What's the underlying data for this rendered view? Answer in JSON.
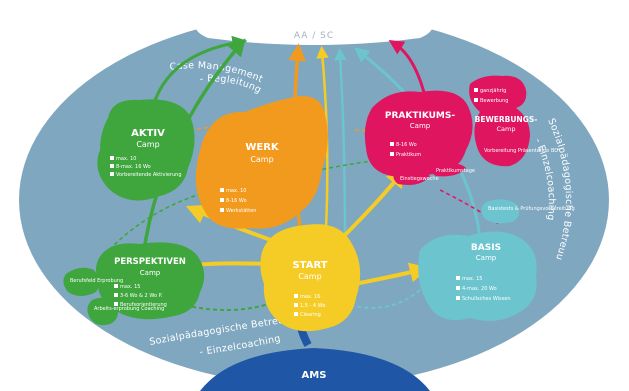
{
  "colors": {
    "background_oval": "#7fa7c0",
    "aktiv": "#3ea63d",
    "werk": "#f29a1e",
    "praktikum": "#e0155f",
    "basis": "#6cc4cf",
    "start": "#f5cc26",
    "perspektiven": "#3ea63d",
    "ams": "#1f56a6",
    "top_bar": "#ffffff"
  },
  "top_label": "AA / SC",
  "bottom_label": "AMS",
  "arc_labels": {
    "case_management_1": "Case Management",
    "case_management_2": "- Begleitung",
    "sozial_right_1": "Sozialpädagogische Betreuung",
    "sozial_right_2": "- Einzelcoaching",
    "sozial_bottom_1": "Sozialpädagogische Betreuung",
    "sozial_bottom_2": "- Einzelcoaching"
  },
  "camps": {
    "aktiv": {
      "title": "AKTIV",
      "sub": "Camp",
      "rows": [
        "max. 10",
        "8-max. 16 Wo",
        "Vorbereitende Aktivierung"
      ]
    },
    "werk": {
      "title": "WERK",
      "sub": "Camp",
      "rows": [
        "max. 10",
        "8-16 Wo",
        "Werkstätten"
      ]
    },
    "praktikum": {
      "title": "PRAKTIKUMS-",
      "sub": "Camp",
      "rows": [
        "8-16 Wo",
        "Praktikum"
      ],
      "tags": [
        "Einstiegswoche",
        "Praktikumstage"
      ]
    },
    "bewerbung": {
      "rows": [
        "ganzjährig",
        "Bewerbung"
      ],
      "title": "BEWERBUNGS-",
      "sub": "Camp",
      "extra": "Vorbereitung Präsentation BO"
    },
    "basis": {
      "title": "BASIS",
      "sub": "Camp",
      "tag": "Basistests & Prüfungsvorbereitung",
      "rows": [
        "max. 15",
        "4-max. 20 Wo",
        "Schulisches Wissen"
      ]
    },
    "start": {
      "title": "START",
      "sub": "Camp",
      "rows": [
        "max. 16",
        "1,5 - 4 Wo",
        "Clearing"
      ]
    },
    "perspektiven": {
      "title": "PERSPEKTIVEN",
      "sub": "Camp",
      "rows": [
        "max. 15",
        "3-6 Wo & 2 Wo P.",
        "Berufsorientierung"
      ],
      "tags": [
        "Berufsfeld Erprobung",
        "Arbeits-erprobung Coaching"
      ]
    }
  }
}
